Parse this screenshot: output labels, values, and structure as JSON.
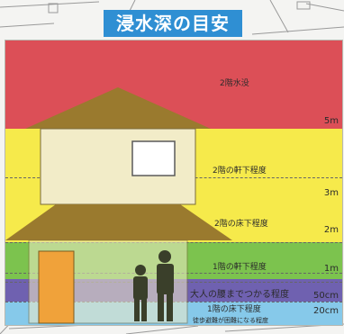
{
  "title": "浸水深の目安",
  "levels": [
    {
      "label": "2階水没",
      "mark": "5m"
    },
    {
      "label": "2階の軒下程度",
      "mark": "3m"
    },
    {
      "label": "2階の床下程度",
      "mark": "2m"
    },
    {
      "label": "1階の軒下程度",
      "mark": "1m"
    },
    {
      "label": "大人の腰までつかる程度",
      "mark": "50cm"
    },
    {
      "label": "1階の床下程度",
      "mark": "20cm"
    },
    {
      "label": "徒歩避難が困難になる程度",
      "mark": ""
    }
  ],
  "colors": {
    "red": "#dc4f57",
    "yellow": "#f6ea4b",
    "green": "#7cc34e",
    "purple": "#6f61b0",
    "light_blue": "#86c9ea",
    "title_bg": "#2f8fd3",
    "roof": "#9a7a2e",
    "wall": "#f2ecc8",
    "door": "#f0a23a",
    "people": "#3a3f2a"
  }
}
